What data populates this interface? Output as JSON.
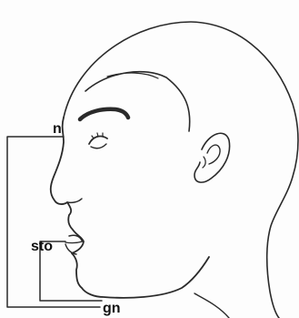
{
  "labels": {
    "nasion": "n",
    "stomion": "sto",
    "gnathion": "gn"
  },
  "colors": {
    "background": "#fdfdfd",
    "ink": "#2a2a2a",
    "label": "#111111"
  }
}
